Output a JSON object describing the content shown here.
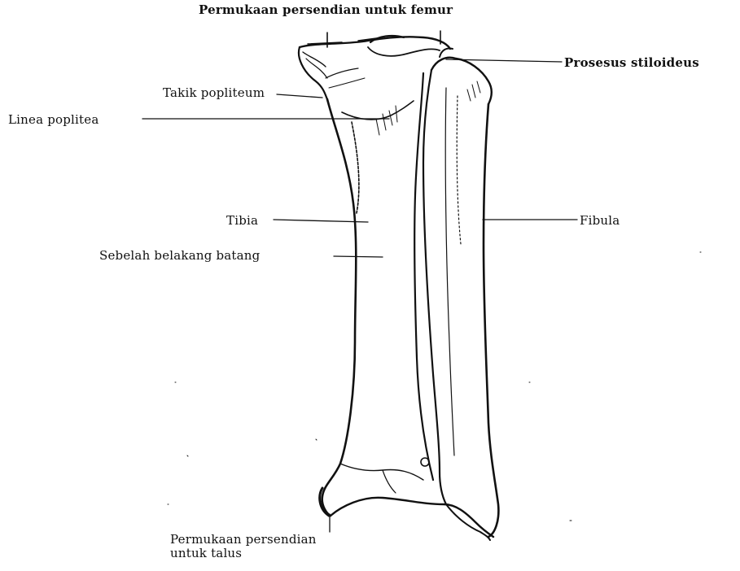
{
  "labels": {
    "top": "Permukaan persendian untuk femur",
    "stiloid": "Prosesus stiloideus",
    "takik": "Takik popliteum",
    "linea": "Linea poplitea",
    "tibia": "Tibia",
    "fibula": "Fibula",
    "sebelah": "Sebelah belakang batang",
    "bottom_line1": "Permukaan persendian",
    "bottom_line2": "untuk talus"
  },
  "colors": {
    "ink": "#111111",
    "background": "#ffffff"
  }
}
